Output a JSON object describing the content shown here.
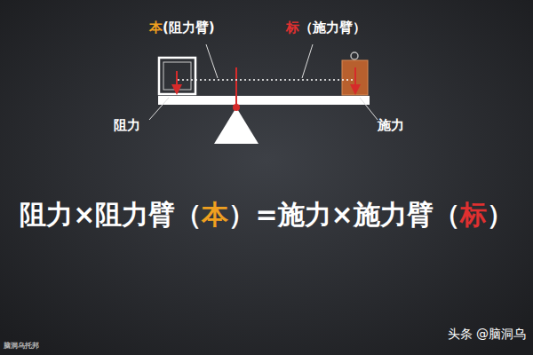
{
  "diagram": {
    "labels": [
      "本",
      "(阻力臂)",
      "标",
      "（施力臂）",
      "阻力",
      "施力",
      "阻力×阻力臂（",
      "本",
      "）=施力×施力臂（",
      "标",
      "）",
      "头条 @脑洞乌",
      "脑洞乌托邦"
    ]
  }
}
